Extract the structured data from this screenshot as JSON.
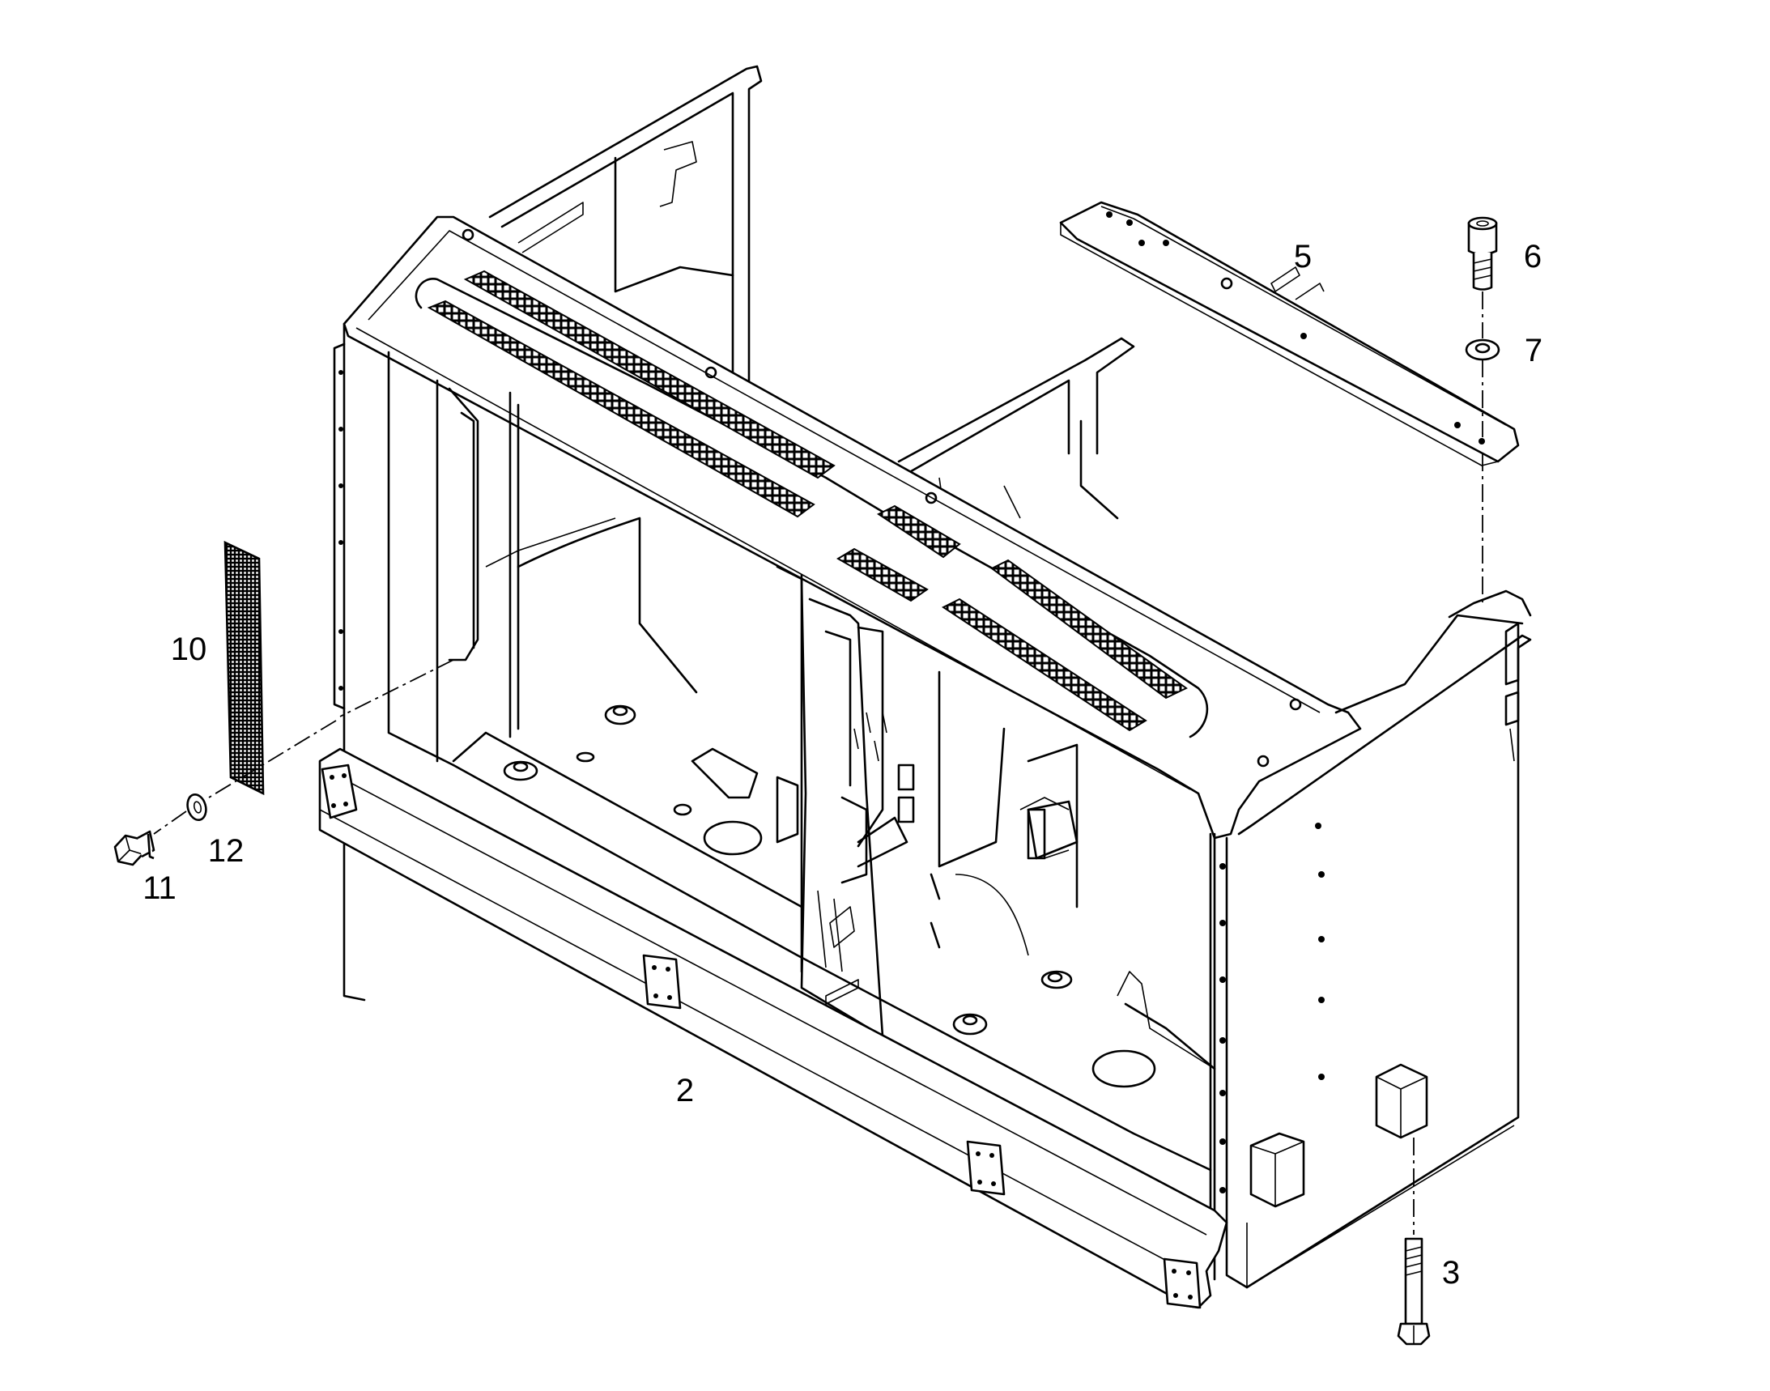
{
  "callouts": {
    "c2": "2",
    "c3": "3",
    "c5": "5",
    "c6": "6",
    "c7": "7",
    "c10": "10",
    "c11": "11",
    "c12": "12"
  },
  "icons": {
    "frame": "cab-frame-icon",
    "bolt": "bolt-icon",
    "washer": "washer-icon",
    "grille": "grille-icon"
  }
}
